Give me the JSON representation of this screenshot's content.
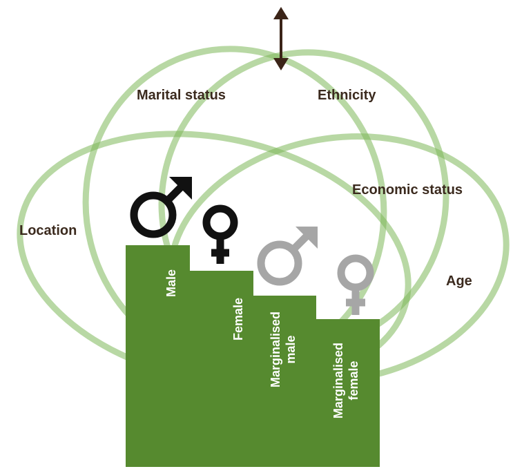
{
  "factors": {
    "marital_status": "Marital status",
    "ethnicity": "Ethnicity",
    "economic_status": "Economic status",
    "location": "Location",
    "age": "Age"
  },
  "steps": {
    "male": "Male",
    "female": "Female",
    "marginalised_male_line1": "Marginalised",
    "marginalised_male_line2": "male",
    "marginalised_female_line1": "Marginalised",
    "marginalised_female_line2": "female"
  },
  "colors": {
    "ring": "#7db85a",
    "steps": "#568a2f",
    "arrow": "#3b2418",
    "symbol_dark": "#111111",
    "symbol_grey": "#a6a6a6",
    "label_text": "#3b2a1e"
  },
  "icons": [
    "double-arrow-vertical-icon",
    "male-symbol-icon",
    "female-symbol-icon"
  ]
}
